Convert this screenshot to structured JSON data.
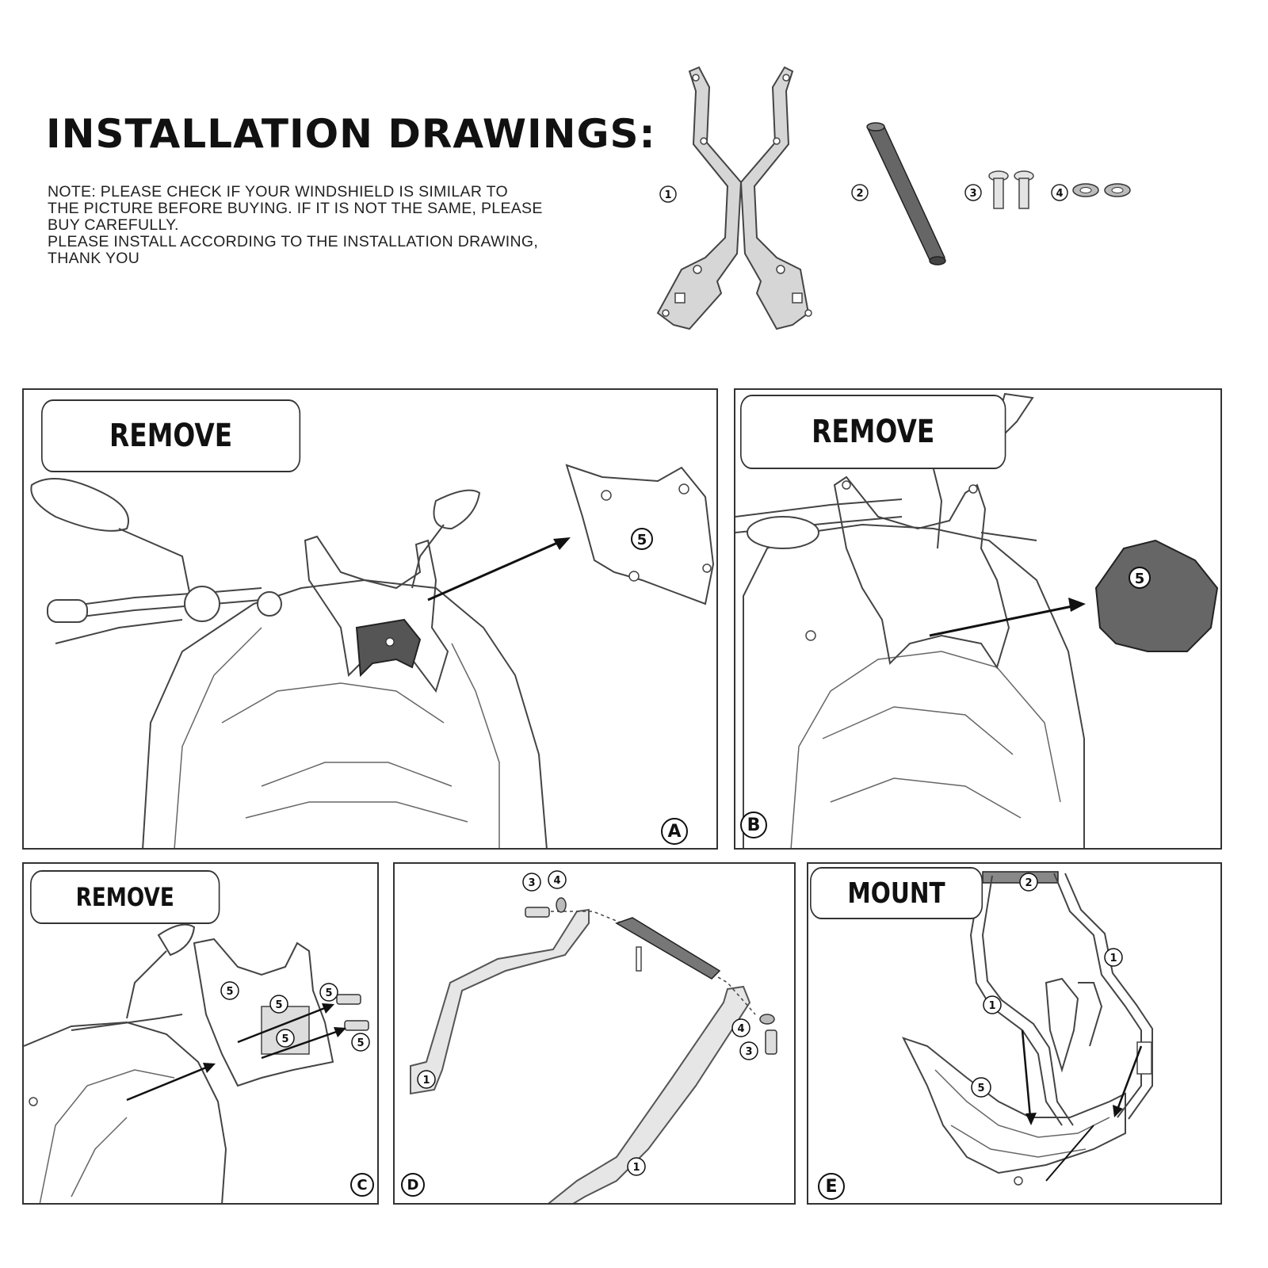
{
  "header": {
    "title": "INSTALLATION DRAWINGS:",
    "note_lines": [
      "NOTE: PLEASE CHECK IF YOUR WINDSHIELD IS SIMILAR TO",
      "THE PICTURE BEFORE BUYING. IF IT IS NOT THE SAME, PLEASE",
      "BUY CAREFULLY.",
      "PLEASE INSTALL ACCORDING TO THE INSTALLATION DRAWING,",
      "THANK YOU"
    ]
  },
  "parts": {
    "bracket": "1",
    "rod": "2",
    "bolt": "3",
    "washer": "4"
  },
  "panels": {
    "a": {
      "tag": "REMOVE",
      "letter": "A",
      "callout": "5"
    },
    "b": {
      "tag": "REMOVE",
      "letter": "B",
      "callout": "5"
    },
    "c": {
      "tag": "REMOVE",
      "letter": "C",
      "callout": "5"
    },
    "d": {
      "letter": "D",
      "callout_bolt": "3",
      "callout_washer": "4",
      "callout_bracket": "1"
    },
    "e": {
      "tag": "MOUNT",
      "letter": "E",
      "callout_rod": "2",
      "callout_bracket": "1",
      "callout_shield": "5"
    }
  },
  "colors": {
    "ink": "#111111",
    "metal": "#cccccc",
    "rod": "#555555"
  }
}
